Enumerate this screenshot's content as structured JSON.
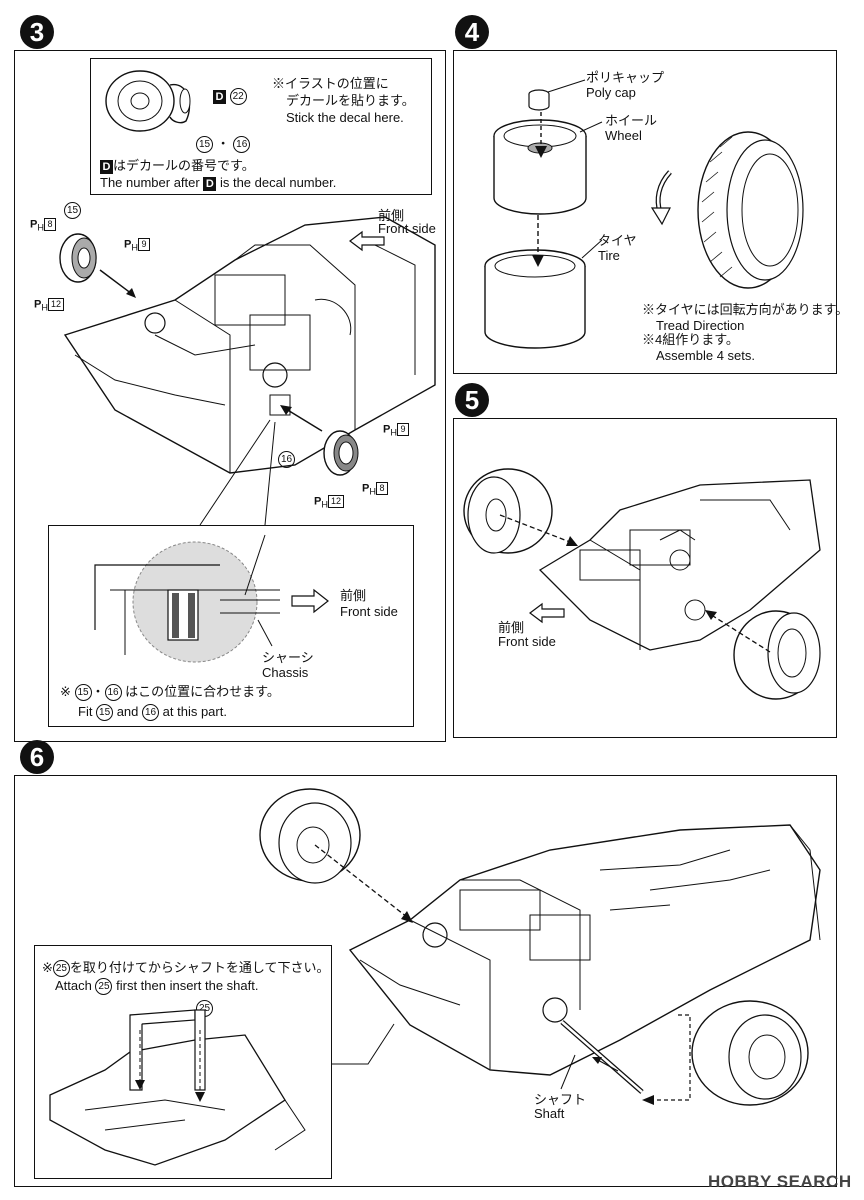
{
  "steps": {
    "s3": {
      "number": "3",
      "decal_box": {
        "decal_letter": "D",
        "decal_num": "22",
        "part_a": "15",
        "part_b": "16",
        "note_jp": "※イラストの位置に",
        "note_jp2": "デカールを貼ります。",
        "note_en": "Stick the decal here.",
        "number_note_jp": "はデカールの番号です。",
        "number_note_en_pre": "The number after",
        "number_note_en_post": "is the decal number."
      },
      "labels": {
        "front_jp": "前側",
        "front_en": "Front side",
        "p8": "8",
        "p9": "9",
        "p12": "12",
        "part15": "15",
        "part16": "16",
        "ph": "P"
      },
      "detail": {
        "front_jp": "前側",
        "front_en": "Front side",
        "chassis_jp": "シャーシ",
        "chassis_en": "Chassis",
        "fit_jp": "はこの位置に合わせます。",
        "fit_en_pre": "Fit",
        "fit_en_mid": "and",
        "fit_en_post": "at this part.",
        "note_mark": "※"
      }
    },
    "s4": {
      "number": "4",
      "polycap_jp": "ポリキャップ",
      "polycap_en": "Poly cap",
      "wheel_jp": "ホイール",
      "wheel_en": "Wheel",
      "tire_jp": "タイヤ",
      "tire_en": "Tire",
      "tread_jp": "※タイヤには回転方向があります。",
      "tread_en": "Tread Direction",
      "assemble_jp": "※4組作ります。",
      "assemble_en": "Assemble 4 sets."
    },
    "s5": {
      "number": "5",
      "front_jp": "前側",
      "front_en": "Front side"
    },
    "s6": {
      "number": "6",
      "attach_jp_pre": "※",
      "attach_jp_post": "を取り付けてからシャフトを通して下さい。",
      "attach_en_pre": "Attach",
      "attach_en_post": "first then insert the shaft.",
      "part25": "25",
      "shaft_jp": "シャフト",
      "shaft_en": "Shaft"
    }
  },
  "watermark": "HOBBY SEARCH"
}
